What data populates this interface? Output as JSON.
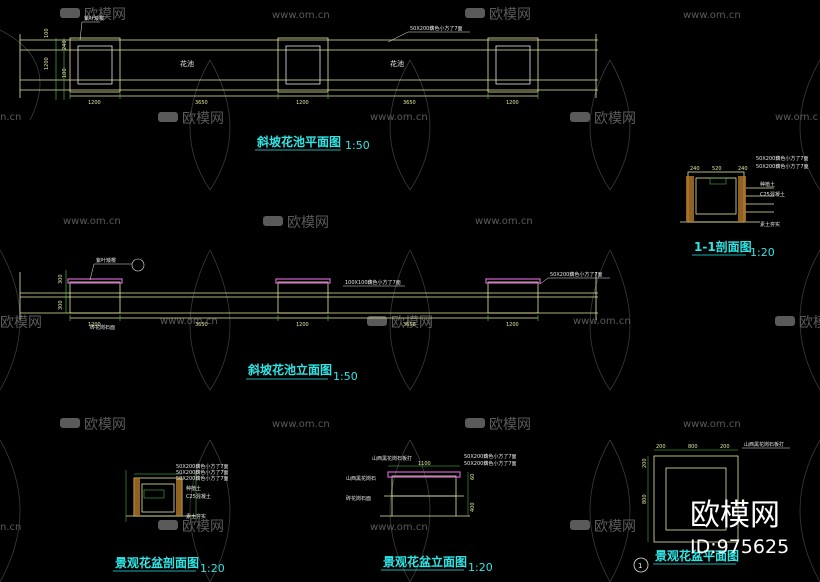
{
  "watermark": {
    "logo_text": "欧模网",
    "url_text": "www.om.cn",
    "url_prefix_fragment": "n.cn",
    "url_suffix_fragment": "ww.om.c",
    "partial_logo": "欧模网"
  },
  "brand": {
    "logo_text": "欧模网",
    "id_text": "ID:975625"
  },
  "plan_view": {
    "title": "斜坡花池平面图",
    "scale": "1:50",
    "label_pool_1": "花池",
    "label_pool_2": "花池",
    "callout_top_left": "紫叶矮樱",
    "callout_top_right": "50X200藕色小方了7面",
    "dim_bottom": [
      "1200",
      "3650",
      "1200",
      "3650",
      "1200"
    ],
    "dim_left": [
      "100",
      "1200",
      "240",
      "100",
      "100",
      "240"
    ]
  },
  "elevation_view": {
    "title": "斜坡花池立面图",
    "scale": "1:50",
    "callout_top_left": "紫叶矮樱",
    "callout_middle": "100X100藕色小方了7面",
    "callout_right": "50X200藕色小方了7面",
    "callout_bottom_left": "砖花岗石面",
    "dim_bottom": [
      "1200",
      "3650",
      "1200",
      "3650",
      "1200"
    ],
    "dim_left": [
      "300",
      "300"
    ]
  },
  "section_11": {
    "title": "1-1剖面图",
    "scale": "1:20",
    "dims_top": [
      "240",
      "520",
      "240"
    ],
    "callouts": [
      "50X200藕色小方了7面",
      "50X200藕色小方了7面",
      "种植土",
      "C25混凝土",
      "素土夯实"
    ]
  },
  "pot_section": {
    "title": "景观花盆剖面图",
    "scale": "1:20",
    "callouts": [
      "50X200藕色小方了7面",
      "50X200藕色小方了7面",
      "50X200藕色小方了7面",
      "种植土",
      "C25混凝土",
      "素土夯实"
    ]
  },
  "pot_elevation": {
    "title": "景观花盆立面图",
    "scale": "1:20",
    "callouts_left": [
      "山西黑花岗石板打",
      "山西黑花岗石",
      "砖花岗石面"
    ],
    "callouts_right": [
      "50X200藕色小方了7面",
      "50X200藕色小方了7面"
    ],
    "dim_top": "1100",
    "dims_right": [
      "60",
      "400"
    ]
  },
  "pot_plan": {
    "title": "景观花盆平面图",
    "marker": "1",
    "dims_top": [
      "200",
      "800",
      "200"
    ],
    "dims_left": [
      "200",
      "800"
    ],
    "callout": "山西黑花岗石板打"
  }
}
